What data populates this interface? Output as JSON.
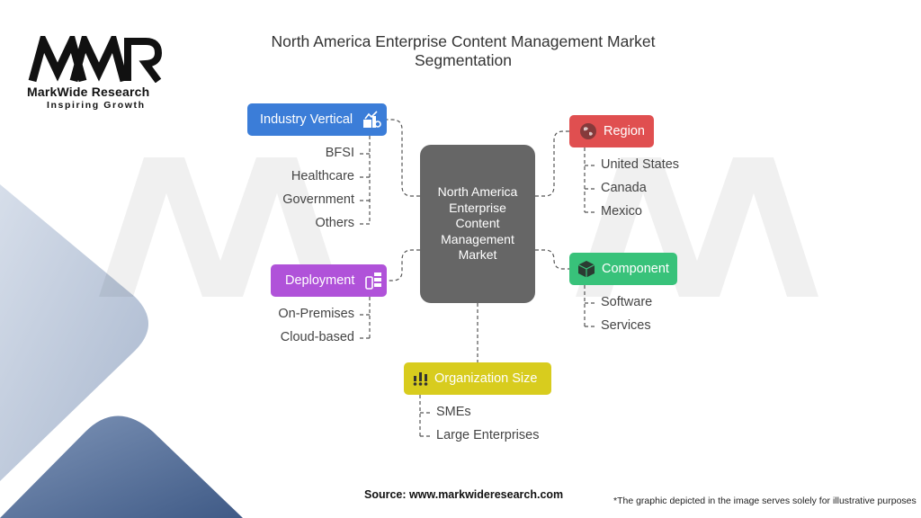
{
  "brand": {
    "name": "MarkWide Research",
    "tagline": "Inspiring Growth"
  },
  "title": "North America Enterprise Content Management Market Segmentation",
  "center": "North America Enterprise Content Management Market",
  "segments": {
    "industry_vertical": {
      "label": "Industry Vertical",
      "color": "#3b7dd8",
      "icon": "industry-icon",
      "items": [
        "BFSI",
        "Healthcare",
        "Government",
        "Others"
      ]
    },
    "deployment": {
      "label": "Deployment",
      "color": "#b052d9",
      "icon": "deployment-icon",
      "items": [
        "On-Premises",
        "Cloud-based"
      ]
    },
    "region": {
      "label": "Region",
      "color": "#e04f50",
      "icon": "globe-icon",
      "items": [
        "United States",
        "Canada",
        "Mexico"
      ]
    },
    "component": {
      "label": "Component",
      "color": "#38c27a",
      "icon": "cube-icon",
      "items": [
        "Software",
        "Services"
      ]
    },
    "organization_size": {
      "label": "Organization Size",
      "color": "#d8cc1e",
      "icon": "organization-icon",
      "items": [
        "SMEs",
        "Large Enterprises"
      ]
    }
  },
  "footer": {
    "source": "Source: www.markwideresearch.com",
    "note": "*The graphic depicted in the image serves solely for illustrative purposes"
  }
}
